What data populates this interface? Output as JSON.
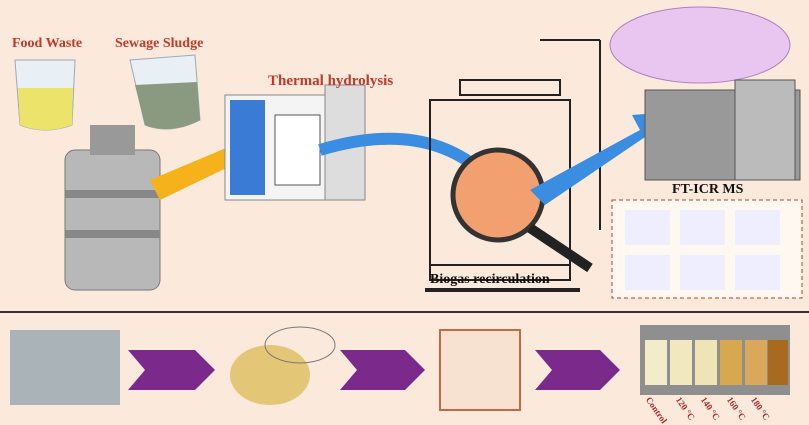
{
  "top": {
    "food_waste": "Food Waste",
    "sewage_sludge": "Sewage Sludge",
    "thermal_hydrolysis": "Thermal hydrolysis",
    "ftms": "FT-ICR MS",
    "biogas": "Biogas recirculation"
  },
  "bottom": {
    "vial_labels": [
      "Control",
      "120 °C",
      "140 °C",
      "160 °C",
      "180 °C"
    ]
  },
  "colors": {
    "background": "#fbe9dc",
    "arrow_yellow": "#f5b21a",
    "arrow_blue": "#3a8de0",
    "arrow_purple": "#7b2a8c",
    "label_red": "#c0392b"
  }
}
